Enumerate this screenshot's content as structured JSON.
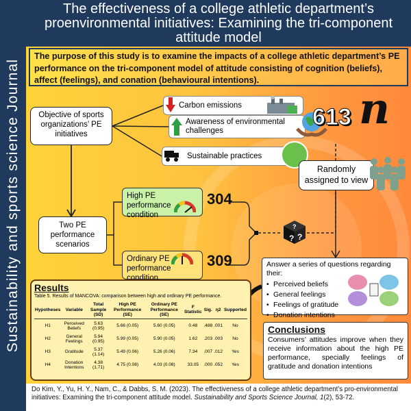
{
  "side_title": "Sustainability and sports science Journal",
  "header_title": "The effectiveness of a college athletic department’s proenvironmental initiatives: Examining the tri-component attitude model",
  "purpose": "The purpose of this study is to examine the impacts of a college athletic department’s PE performance on the tri-component model of attitude consisting of cognition (beliefs), affect (feelings), and conation (behavioural intentions).",
  "objective_box": "Objective of sports organizations’ PE initiatives",
  "objective_items": [
    {
      "label": "Carbon emissions",
      "icon": "arrow-down-icon"
    },
    {
      "label": "Awareness of environmental challenges",
      "icon": "arrow-up-icon"
    },
    {
      "label": "Sustainable practices",
      "icon": "recycling-truck-icon"
    }
  ],
  "sample_number": "613",
  "sample_symbol": "n",
  "random_box": "Randomly assigned to view",
  "two_pe_box": "Two PE performance scenarios",
  "high_pe": {
    "label": "High PE performance condition",
    "n": "304"
  },
  "ord_pe": {
    "label": "Ordinary PE performance condition",
    "n": "309"
  },
  "answer_box": {
    "title": "Answer a series of questions regarding their:",
    "items": [
      "Perceived beliefs",
      "General feelings",
      "Feelings of gratitude",
      "Donation intentions"
    ]
  },
  "results": {
    "title": "Results",
    "caption": "Table 5. Results of MANCOVA: comparison between high and ordinary PE performance.",
    "columns": [
      "Hypotheses",
      "Variable",
      "Total Sample (SD)",
      "High PE Performance (SE)",
      "Ordinary PE Performance (SE)",
      "F Statistic",
      "Sig.",
      "η2",
      "Supported"
    ],
    "rows": [
      [
        "H1",
        "Perceived Beliefs",
        "5.63 (0.95)",
        "5.66 (0.05)",
        "5.60 (0.05)",
        "0.48",
        ".488",
        ".001",
        "No"
      ],
      [
        "H2",
        "General Feelings",
        "5.94 (0.95)",
        "5.99 (0.05)",
        "5.90 (0.05)",
        "1.62",
        ".203",
        ".003",
        "No"
      ],
      [
        "H3",
        "Gratitude",
        "5.37 (1.14)",
        "5.49 (0.06)",
        "5.26 (0.06)",
        "7.34",
        ".007",
        ".012",
        "Yes"
      ],
      [
        "H4",
        "Donation Intentions",
        "4.38 (1.71)",
        "4.75 (0.08)",
        "4.03 (0.08)",
        "33.05",
        ".000",
        ".052",
        "Yes"
      ]
    ]
  },
  "conclusions": {
    "title": "Conclusions",
    "text": "Consumers’ attitudes improve when they receive information about the high PE performance, specially feelings of gratitude and donation intentions"
  },
  "footer": {
    "citation": "Do Kim, Y., Yu, H. Y., Nam, C., & Dabbs, S. M. (2023). The effectiveness of a college athletic department’s pro-environmental initiatives: Examining the tri-component attitude model.",
    "journal": "Sustainability and Sports Science Journal,",
    "volume": "1",
    "issue_pages": "(2), 53-72."
  }
}
